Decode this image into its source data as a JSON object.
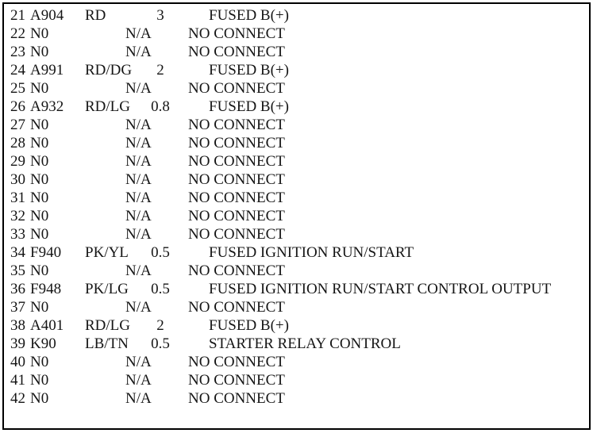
{
  "colors": {
    "background": "#ffffff",
    "border": "#000000",
    "text": "#151515"
  },
  "table": {
    "rows": [
      {
        "pin": "21",
        "circuit": "A904",
        "color": "RD",
        "gauge": "3",
        "function": "FUSED B(+)"
      },
      {
        "pin": "22",
        "circuit": "N0",
        "color": "",
        "gauge": "N/A",
        "function": "NO CONNECT"
      },
      {
        "pin": "23",
        "circuit": "N0",
        "color": "",
        "gauge": "N/A",
        "function": "NO CONNECT"
      },
      {
        "pin": "24",
        "circuit": "A991",
        "color": "RD/DG",
        "gauge": "2",
        "function": "FUSED B(+)"
      },
      {
        "pin": "25",
        "circuit": "N0",
        "color": "",
        "gauge": "N/A",
        "function": "NO CONNECT"
      },
      {
        "pin": "26",
        "circuit": "A932",
        "color": "RD/LG",
        "gauge": "0.8",
        "function": "FUSED B(+)"
      },
      {
        "pin": "27",
        "circuit": "N0",
        "color": "",
        "gauge": "N/A",
        "function": "NO CONNECT"
      },
      {
        "pin": "28",
        "circuit": "N0",
        "color": "",
        "gauge": "N/A",
        "function": "NO CONNECT"
      },
      {
        "pin": "29",
        "circuit": "N0",
        "color": "",
        "gauge": "N/A",
        "function": "NO CONNECT"
      },
      {
        "pin": "30",
        "circuit": "N0",
        "color": "",
        "gauge": "N/A",
        "function": "NO CONNECT"
      },
      {
        "pin": "31",
        "circuit": "N0",
        "color": "",
        "gauge": "N/A",
        "function": "NO CONNECT"
      },
      {
        "pin": "32",
        "circuit": "N0",
        "color": "",
        "gauge": "N/A",
        "function": "NO CONNECT"
      },
      {
        "pin": "33",
        "circuit": "N0",
        "color": "",
        "gauge": "N/A",
        "function": "NO CONNECT"
      },
      {
        "pin": "34",
        "circuit": "F940",
        "color": "PK/YL",
        "gauge": "0.5",
        "function": "FUSED IGNITION RUN/START"
      },
      {
        "pin": "35",
        "circuit": "N0",
        "color": "",
        "gauge": "N/A",
        "function": "NO CONNECT"
      },
      {
        "pin": "36",
        "circuit": "F948",
        "color": "PK/LG",
        "gauge": "0.5",
        "function": "FUSED IGNITION RUN/START CONTROL OUTPUT"
      },
      {
        "pin": "37",
        "circuit": "N0",
        "color": "",
        "gauge": "N/A",
        "function": "NO CONNECT"
      },
      {
        "pin": "38",
        "circuit": "A401",
        "color": "RD/LG",
        "gauge": "2",
        "function": "FUSED B(+)"
      },
      {
        "pin": "39",
        "circuit": "K90",
        "color": "LB/TN",
        "gauge": "0.5",
        "function": "STARTER RELAY CONTROL"
      },
      {
        "pin": "40",
        "circuit": "N0",
        "color": "",
        "gauge": "N/A",
        "function": "NO CONNECT"
      },
      {
        "pin": "41",
        "circuit": "N0",
        "color": "",
        "gauge": "N/A",
        "function": "NO CONNECT"
      },
      {
        "pin": "42",
        "circuit": "N0",
        "color": "",
        "gauge": "N/A",
        "function": "NO CONNECT"
      }
    ]
  }
}
